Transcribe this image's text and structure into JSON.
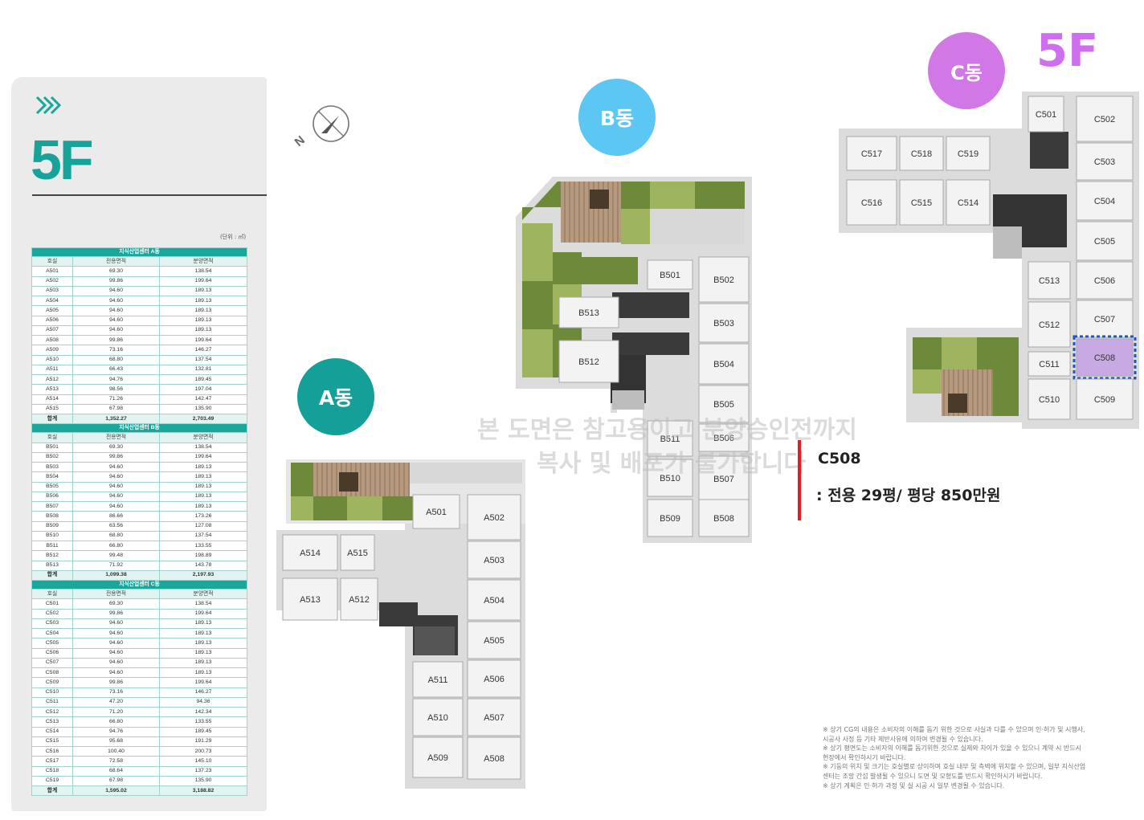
{
  "panel": {
    "floor": "5F",
    "unit_note": "(단위 : ㎡)"
  },
  "tables": [
    {
      "title": "지식산업센터 A동",
      "headers": [
        "호실",
        "전용면적",
        "분양면적"
      ],
      "rows": [
        [
          "A501",
          "69.30",
          "138.54"
        ],
        [
          "A502",
          "99.86",
          "199.64"
        ],
        [
          "A503",
          "94.60",
          "189.13"
        ],
        [
          "A504",
          "94.60",
          "189.13"
        ],
        [
          "A505",
          "94.60",
          "189.13"
        ],
        [
          "A506",
          "94.60",
          "189.13"
        ],
        [
          "A507",
          "94.60",
          "189.13"
        ],
        [
          "A508",
          "99.86",
          "199.64"
        ],
        [
          "A509",
          "73.16",
          "146.27"
        ],
        [
          "A510",
          "68.80",
          "137.54"
        ],
        [
          "A511",
          "66.43",
          "132.81"
        ],
        [
          "A512",
          "94.76",
          "189.45"
        ],
        [
          "A513",
          "98.56",
          "197.04"
        ],
        [
          "A514",
          "71.26",
          "142.47"
        ],
        [
          "A515",
          "67.98",
          "135.90"
        ]
      ],
      "total": [
        "합계",
        "1,352.27",
        "2,703.49"
      ]
    },
    {
      "title": "지식산업센터 B동",
      "headers": [
        "호실",
        "전용면적",
        "분양면적"
      ],
      "rows": [
        [
          "B501",
          "69.30",
          "138.54"
        ],
        [
          "B502",
          "99.86",
          "199.64"
        ],
        [
          "B503",
          "94.60",
          "189.13"
        ],
        [
          "B504",
          "94.60",
          "189.13"
        ],
        [
          "B505",
          "94.60",
          "189.13"
        ],
        [
          "B506",
          "94.60",
          "189.13"
        ],
        [
          "B507",
          "94.60",
          "189.13"
        ],
        [
          "B508",
          "86.66",
          "173.26"
        ],
        [
          "B509",
          "63.56",
          "127.08"
        ],
        [
          "B510",
          "68.80",
          "137.54"
        ],
        [
          "B511",
          "66.80",
          "133.55"
        ],
        [
          "B512",
          "99.48",
          "198.89"
        ],
        [
          "B513",
          "71.92",
          "143.78"
        ]
      ],
      "total": [
        "합계",
        "1,099.38",
        "2,197.93"
      ]
    },
    {
      "title": "지식산업센터 C동",
      "headers": [
        "호실",
        "전용면적",
        "분양면적"
      ],
      "rows": [
        [
          "C501",
          "69.30",
          "138.54"
        ],
        [
          "C502",
          "99.86",
          "199.64"
        ],
        [
          "C503",
          "94.60",
          "189.13"
        ],
        [
          "C504",
          "94.60",
          "189.13"
        ],
        [
          "C505",
          "94.60",
          "189.13"
        ],
        [
          "C506",
          "94.60",
          "189.13"
        ],
        [
          "C507",
          "94.60",
          "189.13"
        ],
        [
          "C508",
          "94.60",
          "189.13"
        ],
        [
          "C509",
          "99.86",
          "199.64"
        ],
        [
          "C510",
          "73.16",
          "146.27"
        ],
        [
          "C511",
          "47.20",
          "94.36"
        ],
        [
          "C512",
          "71.20",
          "142.34"
        ],
        [
          "C513",
          "66.80",
          "133.55"
        ],
        [
          "C514",
          "94.76",
          "189.45"
        ],
        [
          "C515",
          "95.68",
          "191.29"
        ],
        [
          "C516",
          "100.40",
          "200.73"
        ],
        [
          "C517",
          "72.58",
          "145.10"
        ],
        [
          "C518",
          "68.64",
          "137.23"
        ],
        [
          "C519",
          "67.98",
          "135.90"
        ]
      ],
      "total": [
        "합계",
        "1,595.02",
        "3,188.82"
      ]
    }
  ],
  "badges": {
    "a": "A동",
    "b": "B동",
    "c": "C동"
  },
  "floor_top": "5F",
  "plans": {
    "a": [
      "A501",
      "A502",
      "A503",
      "A504",
      "A505",
      "A506",
      "A507",
      "A508",
      "A509",
      "A510",
      "A511",
      "A512",
      "A513",
      "A514",
      "A515"
    ],
    "b": [
      "B501",
      "B502",
      "B503",
      "B504",
      "B505",
      "B506",
      "B507",
      "B508",
      "B509",
      "B510",
      "B511",
      "B512",
      "B513"
    ],
    "c": [
      "C501",
      "C502",
      "C503",
      "C504",
      "C505",
      "C506",
      "C507",
      "C508",
      "C509",
      "C510",
      "C511",
      "C512",
      "C513",
      "C514",
      "C515",
      "C516",
      "C517",
      "C518",
      "C519"
    ]
  },
  "selected_unit": "C508",
  "watermark": {
    "line1": "본 도면은 참고용이고 분양승인전까지",
    "line2": "복사 및 배포가 불가합니다"
  },
  "unit_info": {
    "id": "C508",
    "detail": ": 전용 29평/ 평당 850만원"
  },
  "compass_label": "N",
  "notes": [
    "※ 상기 CG의 내용은 소비자의 이해를 돕기 위한 것으로 사실과 다를 수 있으며 인·허가 및 시행사,",
    "   시공사 사정 등 기타 제반사유에 의하여 변경될 수 있습니다.",
    "※ 상기 평면도는 소비자의 이해를 돕기위한 것으로 실제와 차이가 있을 수 있으니 계약 시 반드시",
    "   현장에서 확인하시기 바랍니다.",
    "※ 기둥의 위치 및 크기는 호실별로 상이하며 호실 내부 및 측벽에 위치할 수 있으며, 일부 지식산업",
    "   센터는 조망 간섭 발생될 수 있으니 도면 및 모형도를 반드시 확인하시기 바랍니다.",
    "※ 상기 계획은 인·허가 과정 및 실 시공 시 일부 변경될 수 있습니다."
  ],
  "colors": {
    "teal": "#17a399",
    "sky": "#5bc7f2",
    "violet": "#d277e6",
    "selected_fill": "#c9a9e4",
    "selected_border": "#1f56b8",
    "red": "#e51c23"
  }
}
